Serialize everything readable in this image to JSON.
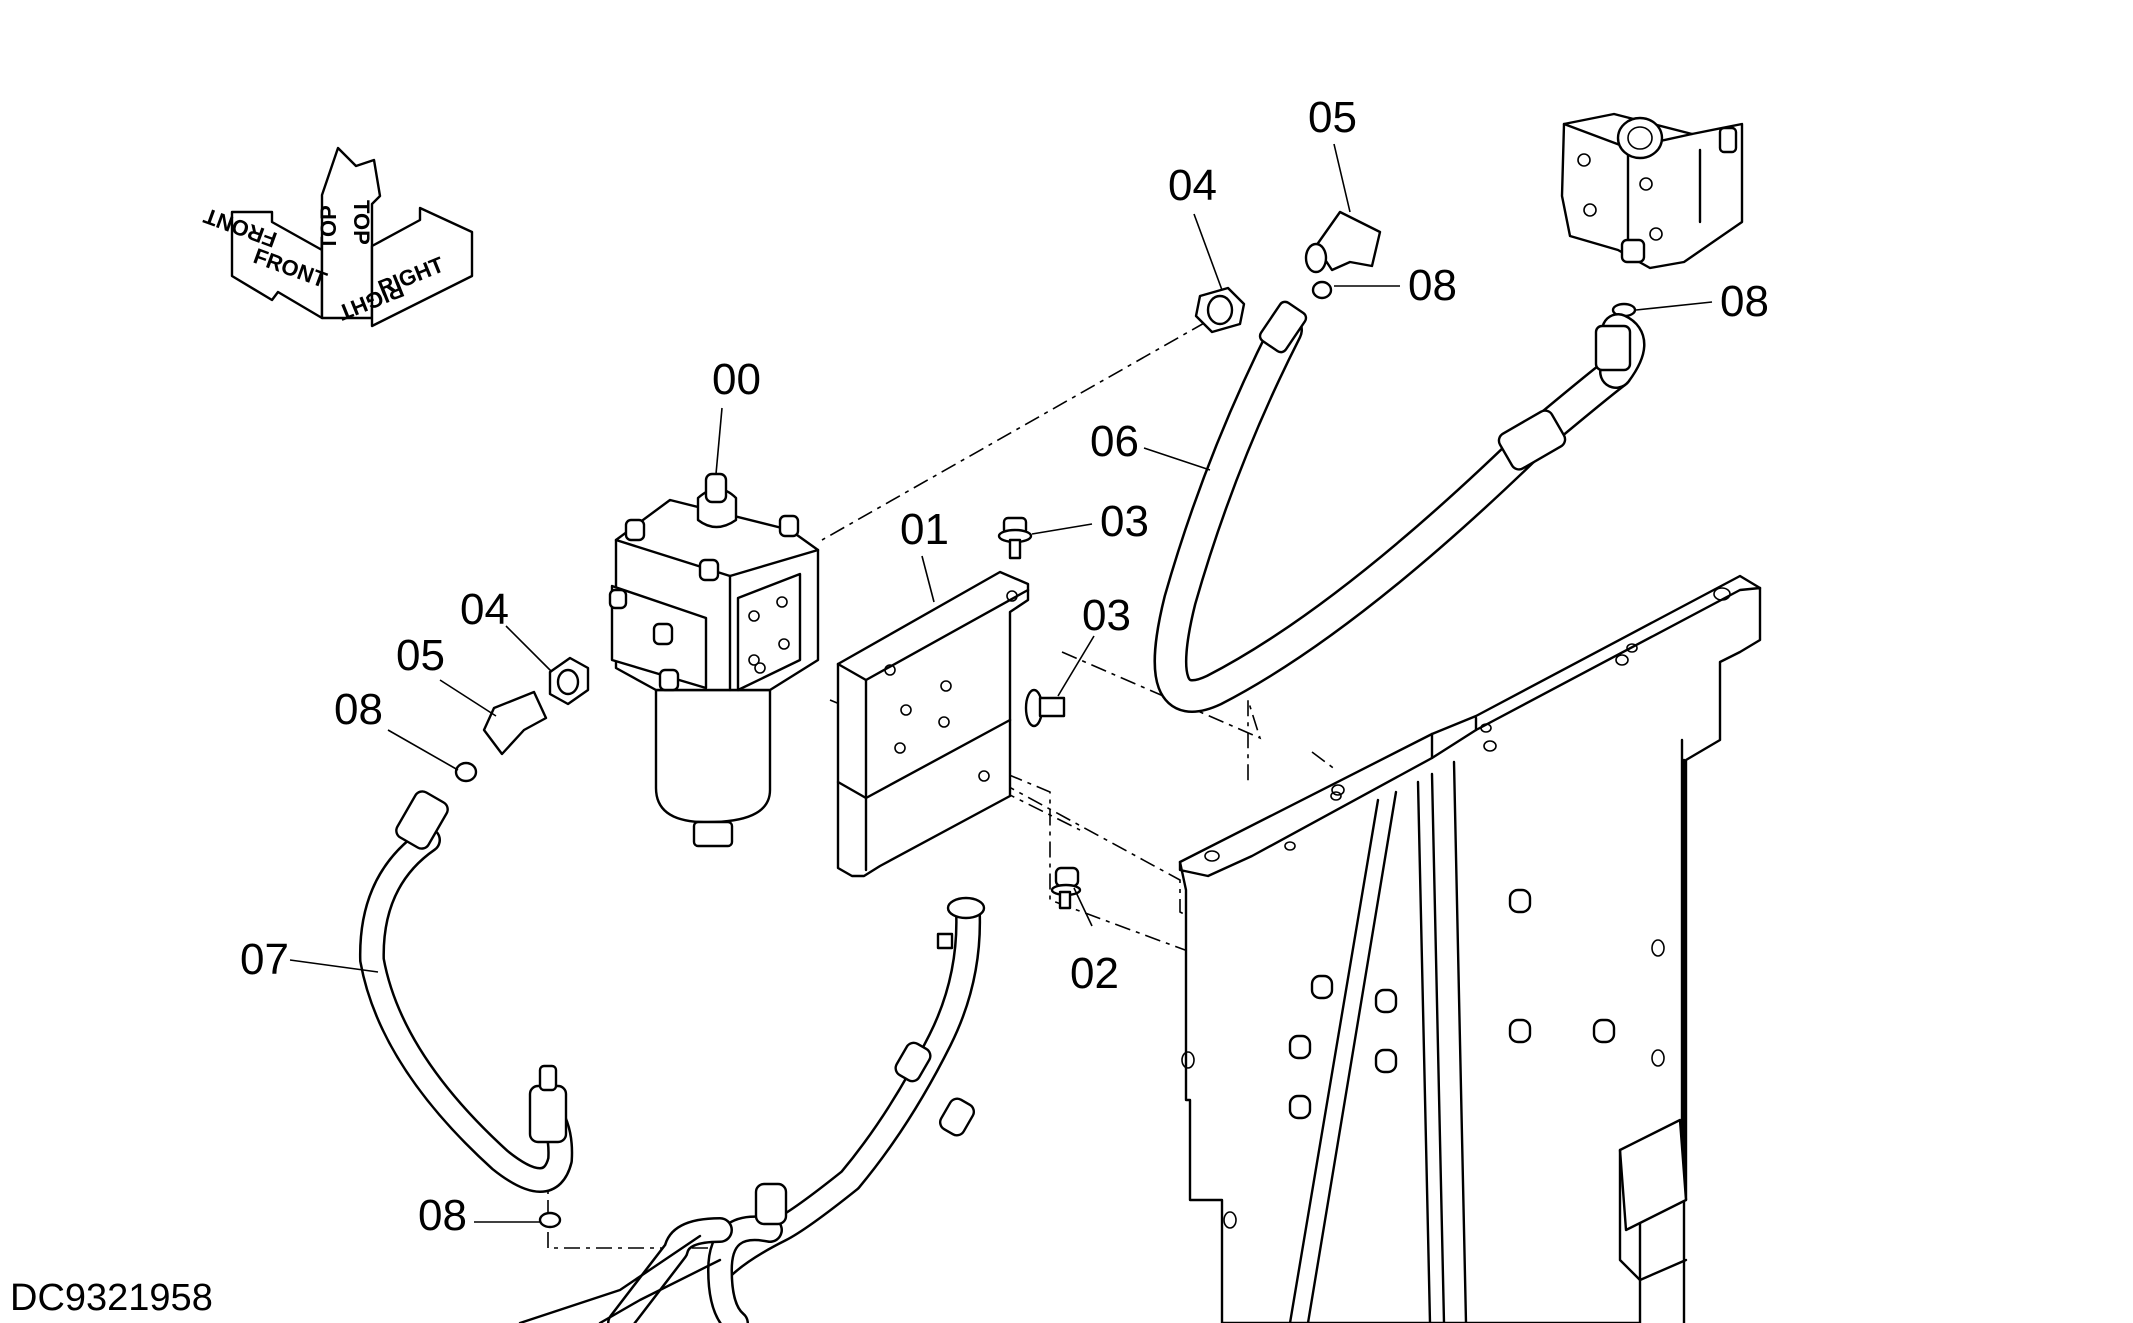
{
  "drawing_code": "DC9321958",
  "orientation": {
    "front": "FRONT",
    "top": "TOP",
    "right": "RIGHT"
  },
  "callouts": [
    {
      "id": "00",
      "label": "00"
    },
    {
      "id": "01",
      "label": "01"
    },
    {
      "id": "02",
      "label": "02"
    },
    {
      "id": "03-a",
      "label": "03"
    },
    {
      "id": "03-b",
      "label": "03"
    },
    {
      "id": "04-a",
      "label": "04"
    },
    {
      "id": "04-b",
      "label": "04"
    },
    {
      "id": "05-a",
      "label": "05"
    },
    {
      "id": "05-b",
      "label": "05"
    },
    {
      "id": "06",
      "label": "06"
    },
    {
      "id": "07",
      "label": "07"
    },
    {
      "id": "08-a",
      "label": "08"
    },
    {
      "id": "08-b",
      "label": "08"
    },
    {
      "id": "08-c",
      "label": "08"
    },
    {
      "id": "08-d",
      "label": "08"
    }
  ]
}
